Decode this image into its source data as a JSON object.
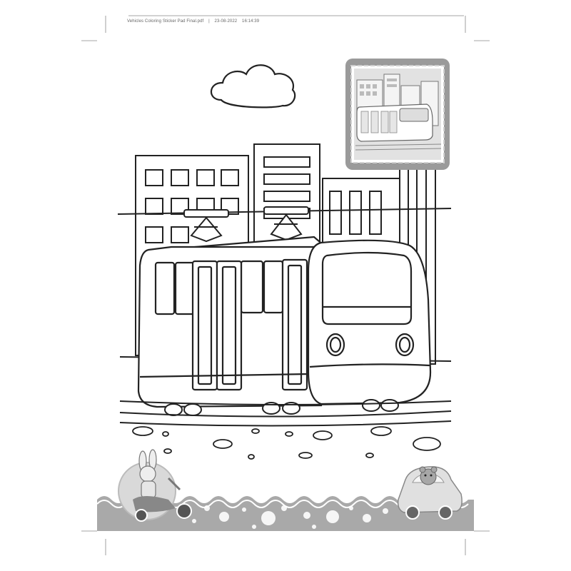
{
  "page": {
    "slug": {
      "filename": "Vehicles Coloring Sticker Pad Final.pdf",
      "separator": "|",
      "date": "23-08-2022",
      "time": "16:14:39"
    }
  },
  "illustration": {
    "subject": "tram",
    "sticker_preview": "tram-sticker",
    "corner_left": "rabbit-on-scooter",
    "corner_right": "bear-in-car"
  },
  "colors": {
    "line": "#222222",
    "sticker_frame": "#9a9a9a",
    "bottom_band": "#a9a9a9",
    "crop_marks": "#888888"
  }
}
